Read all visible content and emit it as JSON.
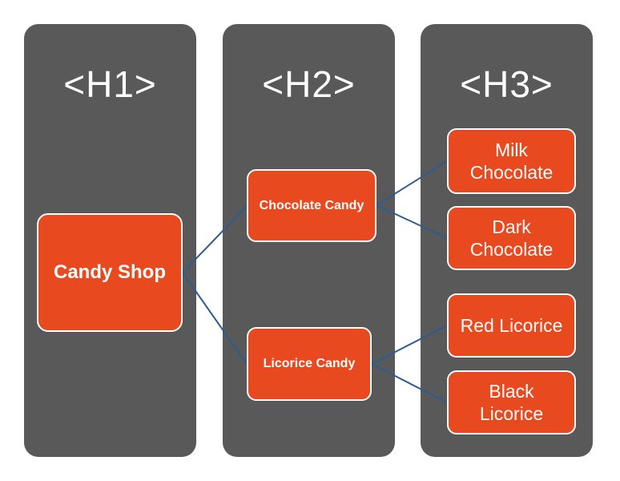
{
  "diagram": {
    "title": "HTML heading hierarchy diagram",
    "colors": {
      "column_background": "#595959",
      "node_background": "#e8491f",
      "node_border": "#ffffff",
      "connector": "#2e5b8f",
      "text": "#ffffff"
    },
    "columns": [
      {
        "header": "<H1>",
        "nodes": [
          {
            "label": "Candy Shop"
          }
        ]
      },
      {
        "header": "<H2>",
        "nodes": [
          {
            "label": "Chocolate Candy"
          },
          {
            "label": "Licorice Candy"
          }
        ]
      },
      {
        "header": "<H3>",
        "nodes": [
          {
            "label": "Milk Chocolate"
          },
          {
            "label": "Dark Chocolate"
          },
          {
            "label": "Red Licorice"
          },
          {
            "label": "Black Licorice"
          }
        ]
      }
    ],
    "connections": [
      {
        "from": "Candy Shop",
        "to": "Chocolate Candy"
      },
      {
        "from": "Candy Shop",
        "to": "Licorice Candy"
      },
      {
        "from": "Chocolate Candy",
        "to": "Milk Chocolate"
      },
      {
        "from": "Chocolate Candy",
        "to": "Dark Chocolate"
      },
      {
        "from": "Licorice Candy",
        "to": "Red Licorice"
      },
      {
        "from": "Licorice Candy",
        "to": "Black Licorice"
      }
    ]
  }
}
